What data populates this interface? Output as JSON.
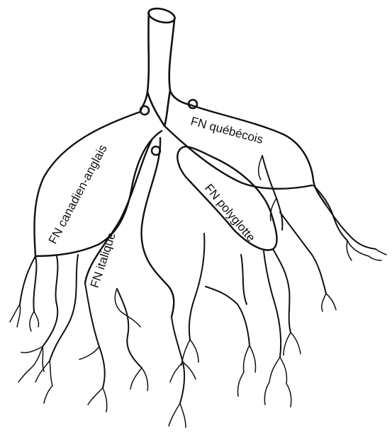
{
  "labels": {
    "quebecois": "FN québécois",
    "canadien_anglais": "FN canadien-anglais",
    "italique": "FN italique",
    "polyglotte": "FN polyglotte"
  },
  "colors": {
    "ink": "#111111",
    "background": "#ffffff"
  }
}
